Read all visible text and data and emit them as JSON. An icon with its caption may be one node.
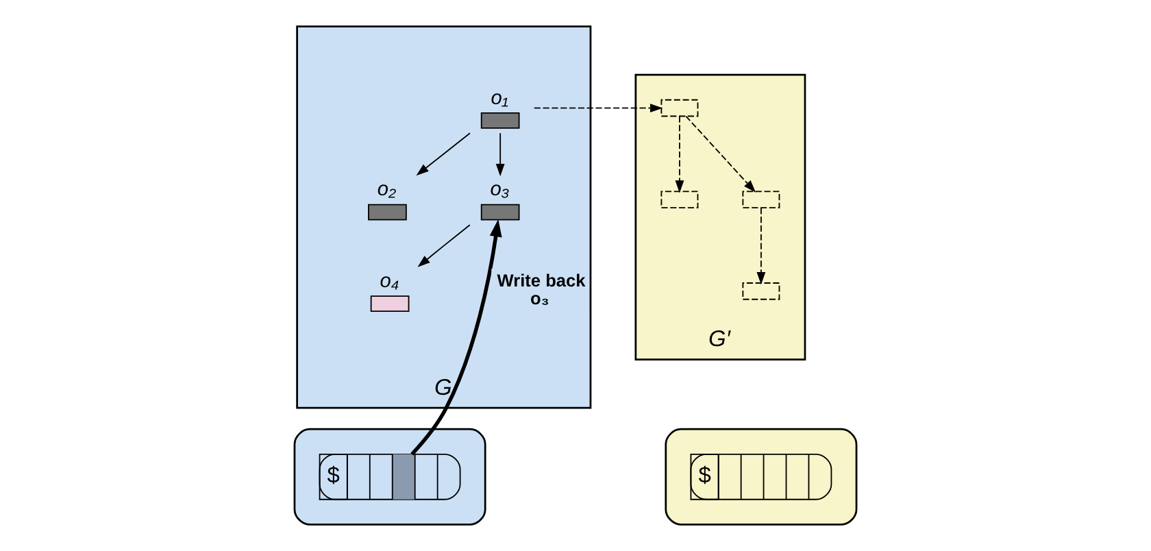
{
  "diagram": {
    "nodes": [
      {
        "text": [
          "G"
        ]
      },
      {
        "text": [
          "o₁"
        ],
        "in": 0
      },
      {
        "text": [
          "o₂"
        ],
        "in": 0
      },
      {
        "text": [
          "o₃"
        ],
        "in": 0
      },
      {
        "text": [
          "o₄"
        ],
        "in": 0
      },
      {
        "text": [
          "G′"
        ]
      },
      {
        "text": [],
        "shape": "box",
        "in": 5
      },
      {
        "text": [],
        "shape": "box",
        "in": 5
      },
      {
        "text": [],
        "shape": "box",
        "in": 5
      },
      {
        "text": [],
        "shape": "box",
        "in": 5
      },
      {
        "text": [],
        "shape": "box"
      },
      {
        "text": [
          "$"
        ],
        "in": 10
      },
      {
        "text": [],
        "shape": "box"
      },
      {
        "text": [
          "$"
        ],
        "in": 12
      }
    ],
    "edges": [
      {
        "from": 1,
        "to": 2,
        "arrow": "to"
      },
      {
        "from": 1,
        "to": 3,
        "arrow": "to"
      },
      {
        "from": 3,
        "to": 4,
        "arrow": "to"
      },
      {
        "from": 1,
        "to": 6,
        "arrow": "to",
        "style": "dashed"
      },
      {
        "from": 6,
        "to": 7,
        "arrow": "to",
        "style": "dashed"
      },
      {
        "from": 6,
        "to": 8,
        "arrow": "to",
        "style": "dashed"
      },
      {
        "from": 8,
        "to": 9,
        "arrow": "to",
        "style": "dashed"
      },
      {
        "from": 11,
        "to": 3,
        "arrow": "to",
        "style": "thick",
        "label": "Write back o₃"
      }
    ]
  }
}
